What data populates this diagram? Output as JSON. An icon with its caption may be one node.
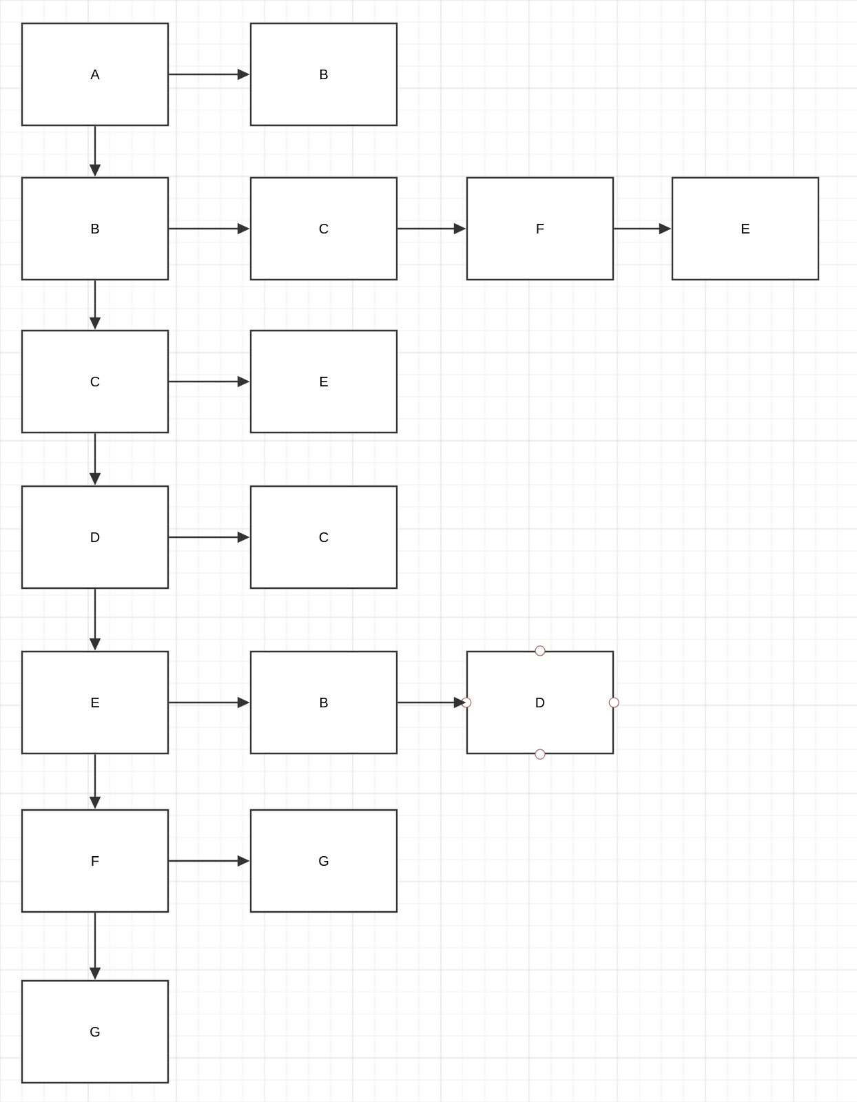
{
  "diagram": {
    "nodes": [
      {
        "text": [
          "A"
        ]
      },
      {
        "text": [
          "B"
        ]
      },
      {
        "text": [
          "B"
        ]
      },
      {
        "text": [
          "C"
        ]
      },
      {
        "text": [
          "F"
        ]
      },
      {
        "text": [
          "E"
        ]
      },
      {
        "text": [
          "C"
        ]
      },
      {
        "text": [
          "E"
        ]
      },
      {
        "text": [
          "D"
        ]
      },
      {
        "text": [
          "C"
        ]
      },
      {
        "text": [
          "E"
        ]
      },
      {
        "text": [
          "B"
        ]
      },
      {
        "text": [
          "D"
        ]
      },
      {
        "text": [
          "F"
        ]
      },
      {
        "text": [
          "G"
        ]
      },
      {
        "text": [
          "G"
        ]
      }
    ],
    "edges": [
      {
        "from": 0,
        "to": 1,
        "arrow": "to"
      },
      {
        "from": 0,
        "to": 2,
        "arrow": "to"
      },
      {
        "from": 2,
        "to": 3,
        "arrow": "to"
      },
      {
        "from": 3,
        "to": 4,
        "arrow": "to"
      },
      {
        "from": 4,
        "to": 5,
        "arrow": "to"
      },
      {
        "from": 2,
        "to": 6,
        "arrow": "to"
      },
      {
        "from": 6,
        "to": 7,
        "arrow": "to"
      },
      {
        "from": 6,
        "to": 8,
        "arrow": "to"
      },
      {
        "from": 8,
        "to": 9,
        "arrow": "to"
      },
      {
        "from": 8,
        "to": 10,
        "arrow": "to"
      },
      {
        "from": 10,
        "to": 11,
        "arrow": "to"
      },
      {
        "from": 11,
        "to": 12,
        "arrow": "to"
      },
      {
        "from": 10,
        "to": 13,
        "arrow": "to"
      },
      {
        "from": 13,
        "to": 14,
        "arrow": "to"
      },
      {
        "from": 13,
        "to": 15,
        "arrow": "to"
      }
    ]
  }
}
